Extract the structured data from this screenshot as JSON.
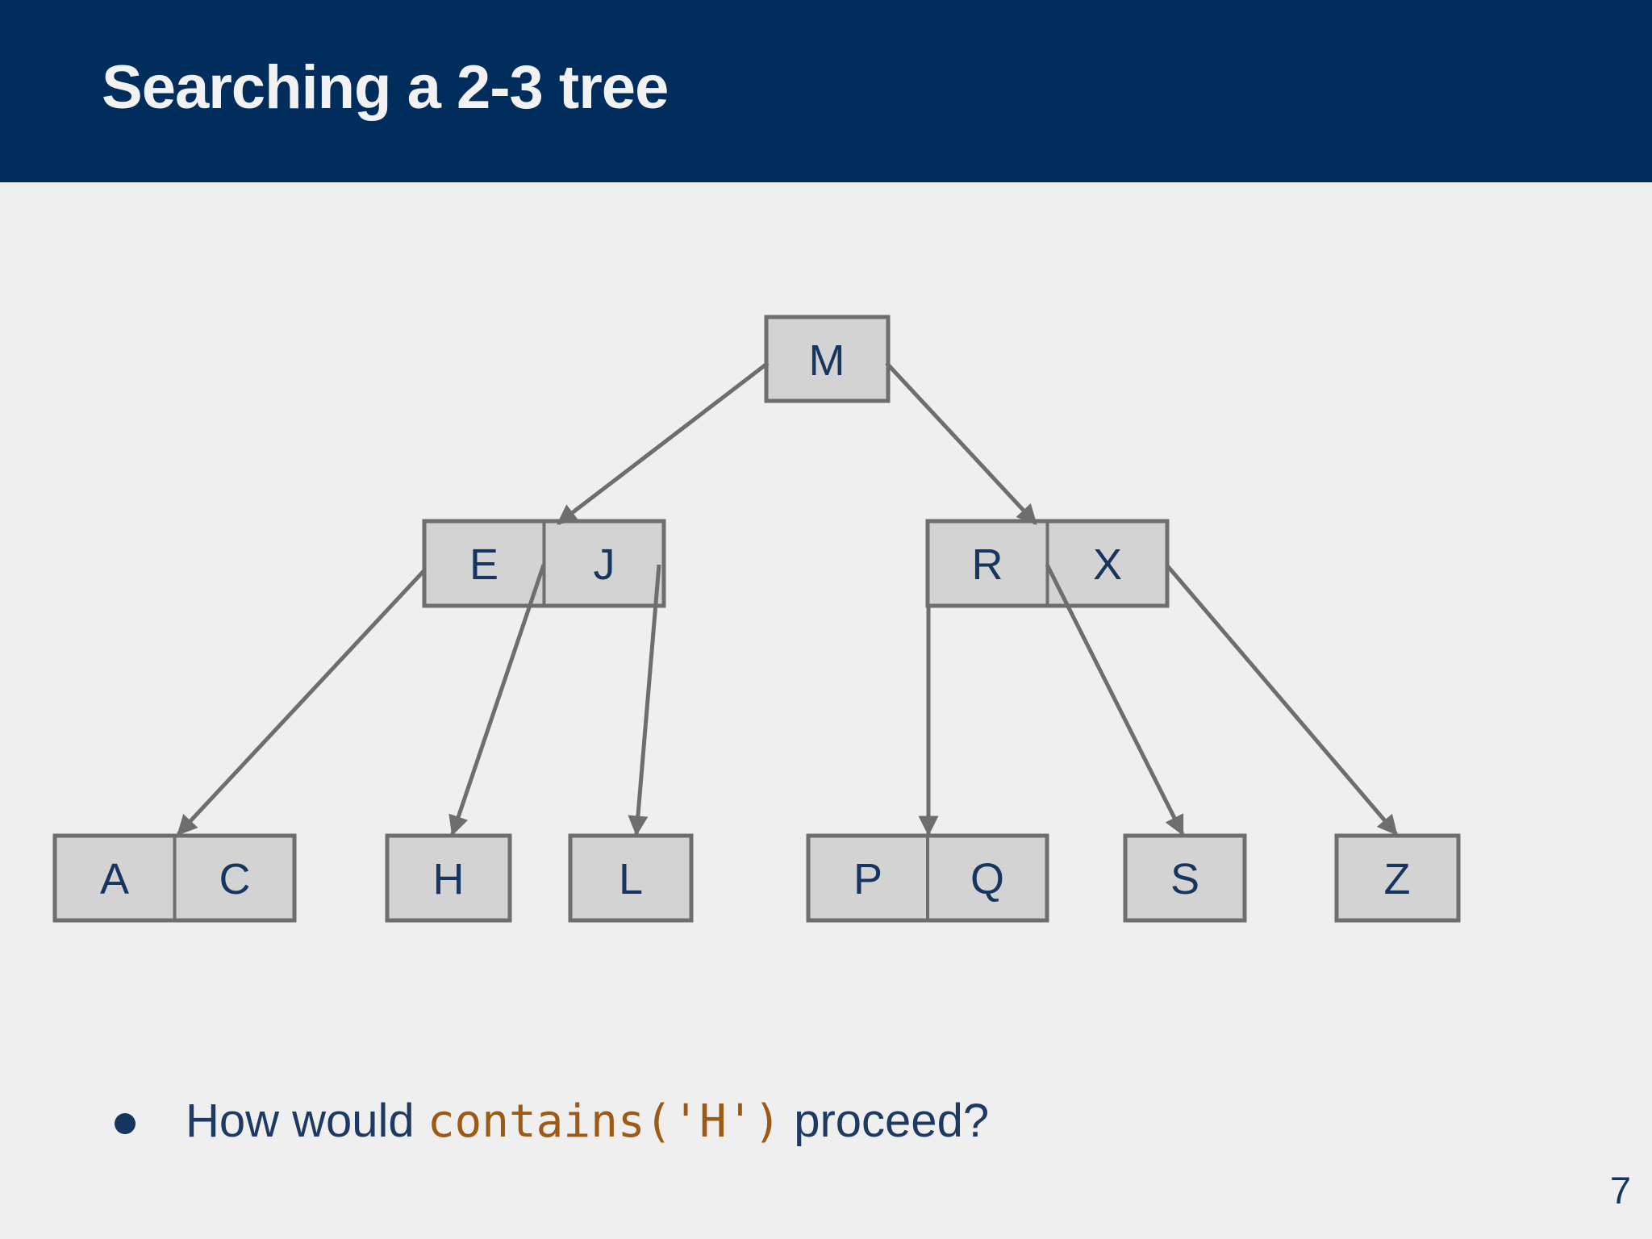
{
  "slide": {
    "title": "Searching a 2-3 tree",
    "page_number": "7"
  },
  "tree": {
    "nodes": [
      {
        "id": "M",
        "level": "root",
        "keys": [
          "M"
        ]
      },
      {
        "id": "EJ",
        "level": "internal",
        "keys": [
          "E",
          "J"
        ]
      },
      {
        "id": "RX",
        "level": "internal",
        "keys": [
          "R",
          "X"
        ]
      },
      {
        "id": "AC",
        "level": "leaf",
        "keys": [
          "A",
          "C"
        ]
      },
      {
        "id": "H",
        "level": "leaf",
        "keys": [
          "H"
        ]
      },
      {
        "id": "L",
        "level": "leaf",
        "keys": [
          "L"
        ]
      },
      {
        "id": "PQ",
        "level": "leaf",
        "keys": [
          "P",
          "Q"
        ]
      },
      {
        "id": "S",
        "level": "leaf",
        "keys": [
          "S"
        ]
      },
      {
        "id": "Z",
        "level": "leaf",
        "keys": [
          "Z"
        ]
      }
    ],
    "edges": [
      {
        "from": "M",
        "to": "EJ"
      },
      {
        "from": "M",
        "to": "RX"
      },
      {
        "from": "EJ",
        "to": "AC"
      },
      {
        "from": "EJ",
        "to": "H"
      },
      {
        "from": "EJ",
        "to": "L"
      },
      {
        "from": "RX",
        "to": "PQ"
      },
      {
        "from": "RX",
        "to": "S"
      },
      {
        "from": "RX",
        "to": "Z"
      }
    ]
  },
  "bullet": {
    "text_before": "How would ",
    "code": "contains('H')",
    "text_after": " proceed?"
  },
  "colors": {
    "header_background": "#002D5B",
    "slide_background": "#EFEFEF",
    "node_fill": "#D3D3D3",
    "node_border": "#6E6E6E",
    "node_key_text": "#16365F",
    "body_text": "#1E3A62",
    "code_text": "#9C5A15",
    "title_text": "#F2F2F3"
  }
}
